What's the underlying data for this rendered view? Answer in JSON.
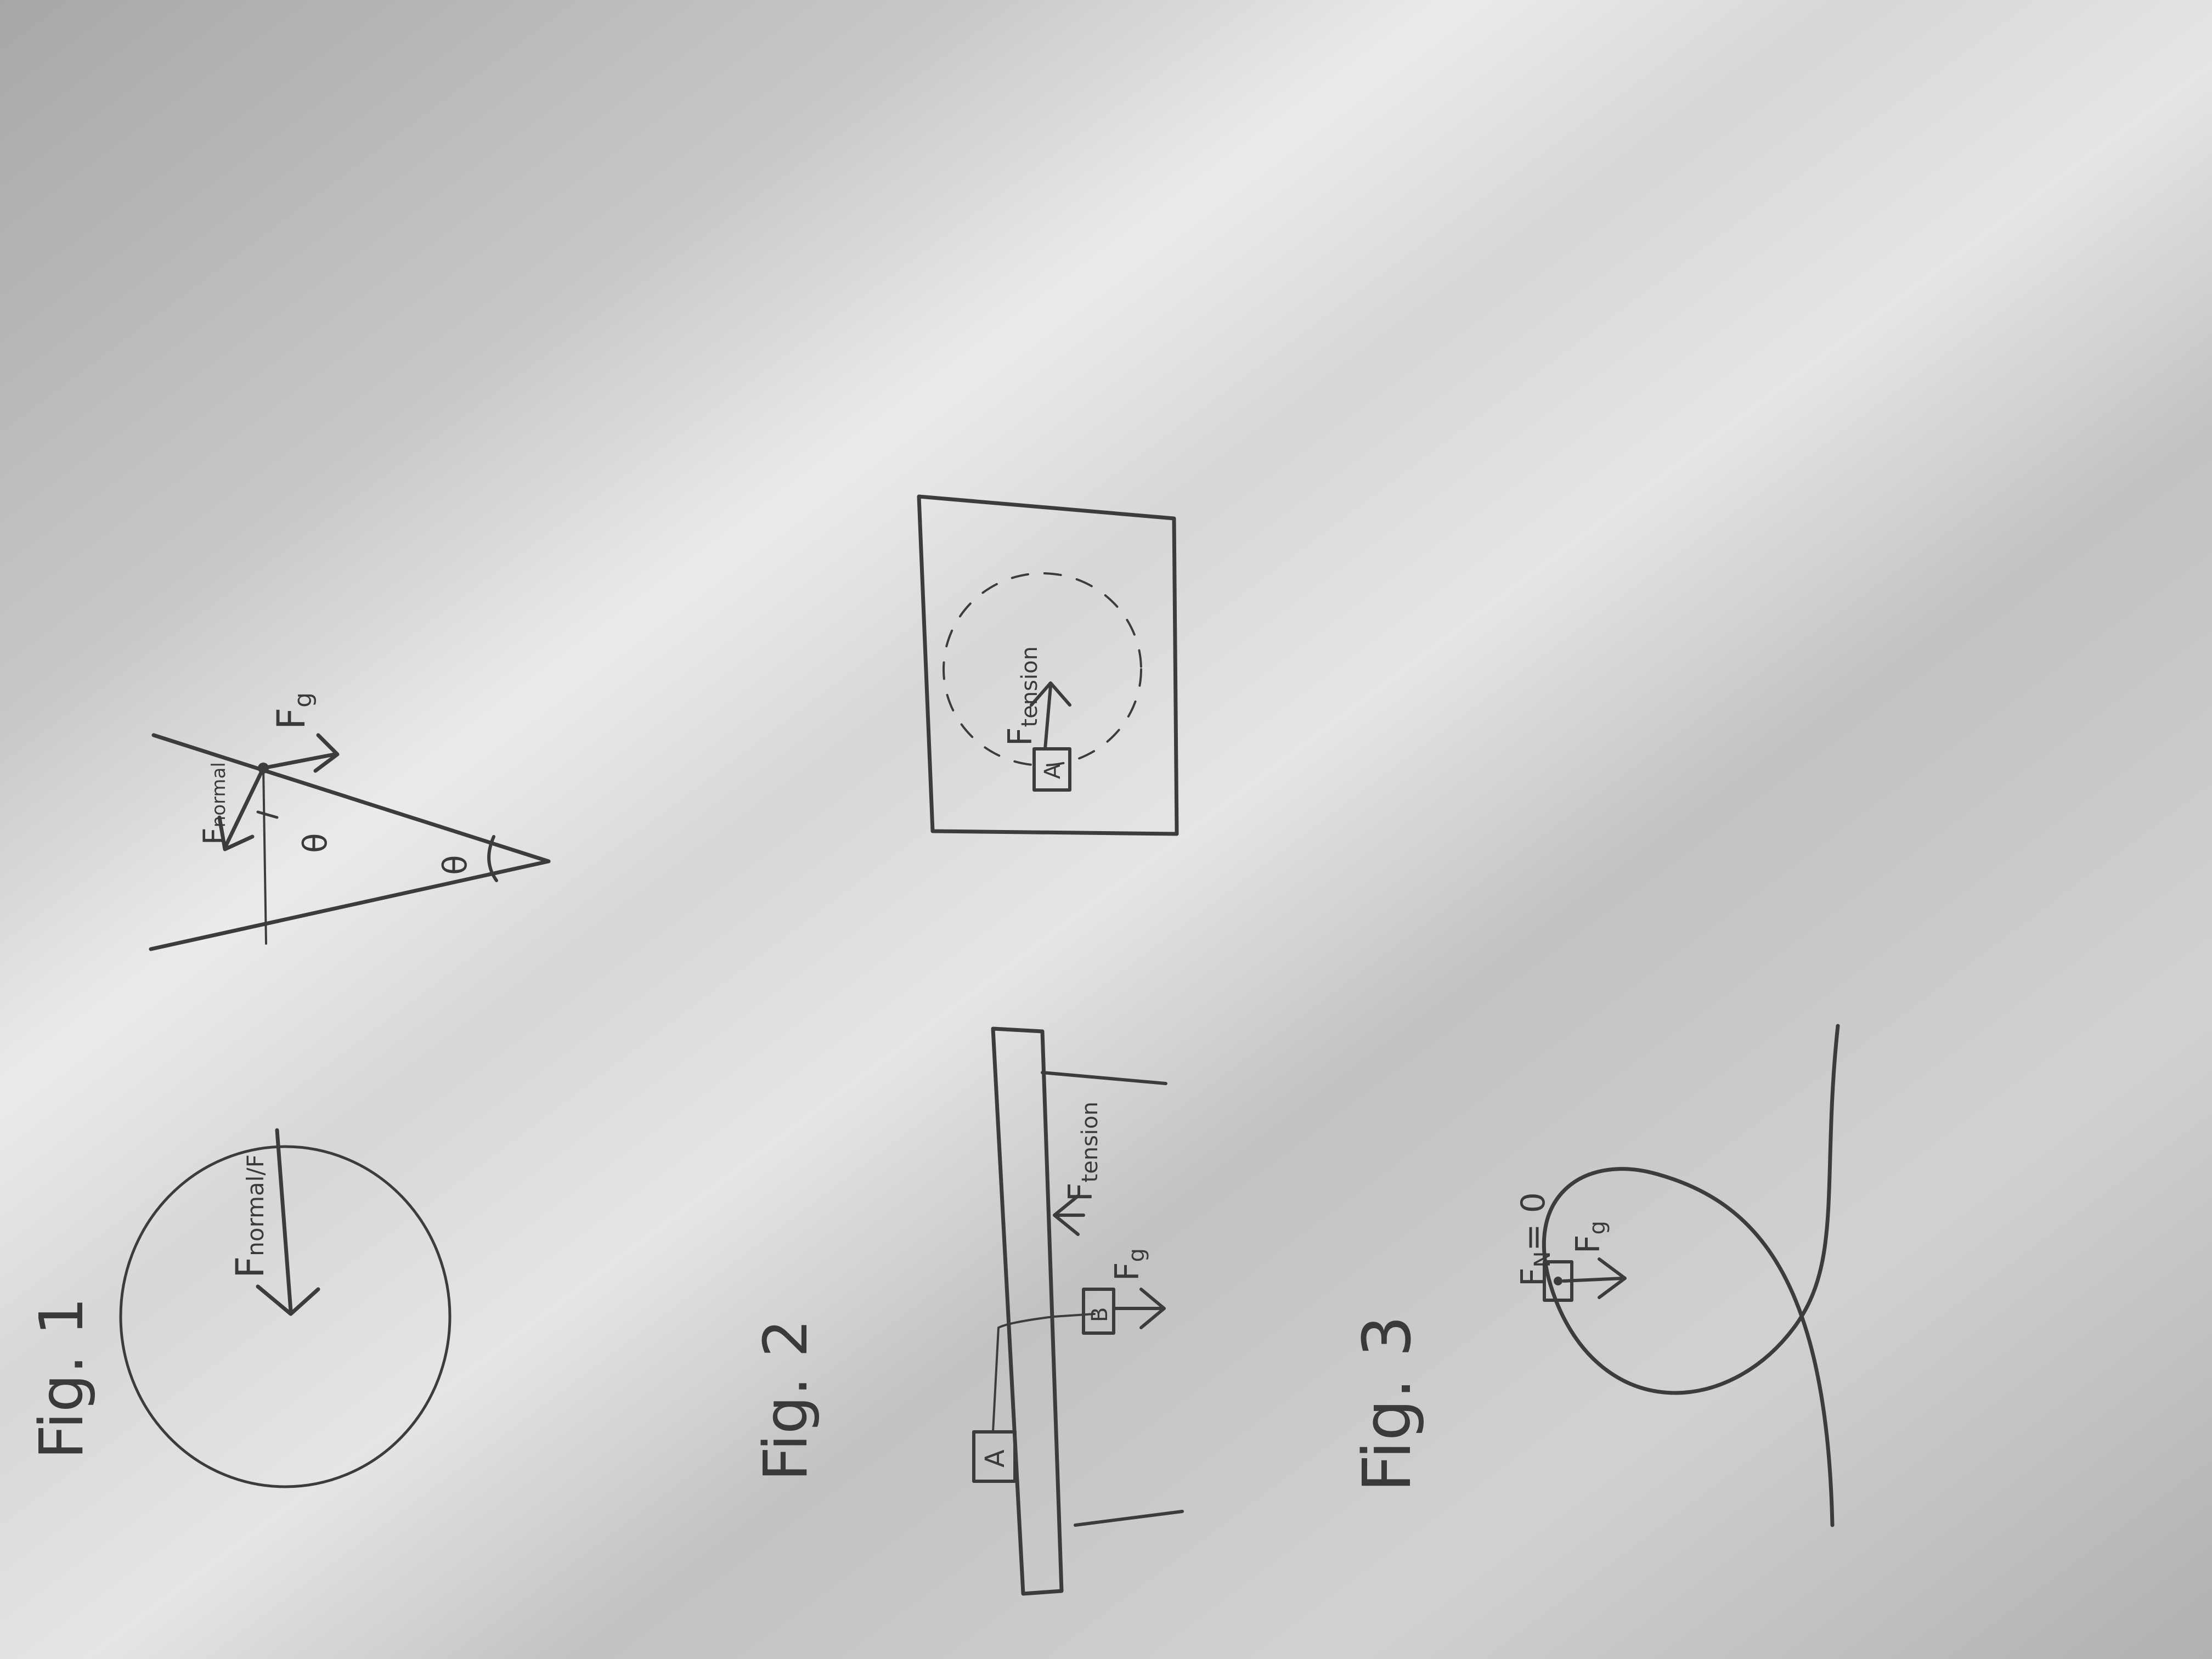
{
  "figures": [
    {
      "label": "Fig. 1",
      "force_labels": {
        "normal_circle": "F",
        "normal_circle_sub": "normal/F",
        "normal_cone": "F",
        "normal_cone_sub": "normal",
        "gravity": "F",
        "gravity_sub": "g",
        "angle_1": "θ",
        "angle_2": "θ"
      }
    },
    {
      "label": "Fig. 2",
      "force_labels": {
        "tension": "F",
        "tension_sub": "tension",
        "gravity": "F",
        "gravity_sub": "g",
        "block_a": "A",
        "block_b": "B",
        "centripetal": "F",
        "centripetal_sub": "tension",
        "block_top": "A"
      }
    },
    {
      "label": "Fig. 3",
      "force_labels": {
        "normal": "F",
        "normal_sub": "N",
        "normal_value": "= 0",
        "gravity": "F",
        "gravity_sub": "g"
      }
    }
  ],
  "colors": {
    "paper_light": "#e9e8e6",
    "paper_shadow": "#a9a8a6",
    "ink": "#3c3c3c"
  }
}
